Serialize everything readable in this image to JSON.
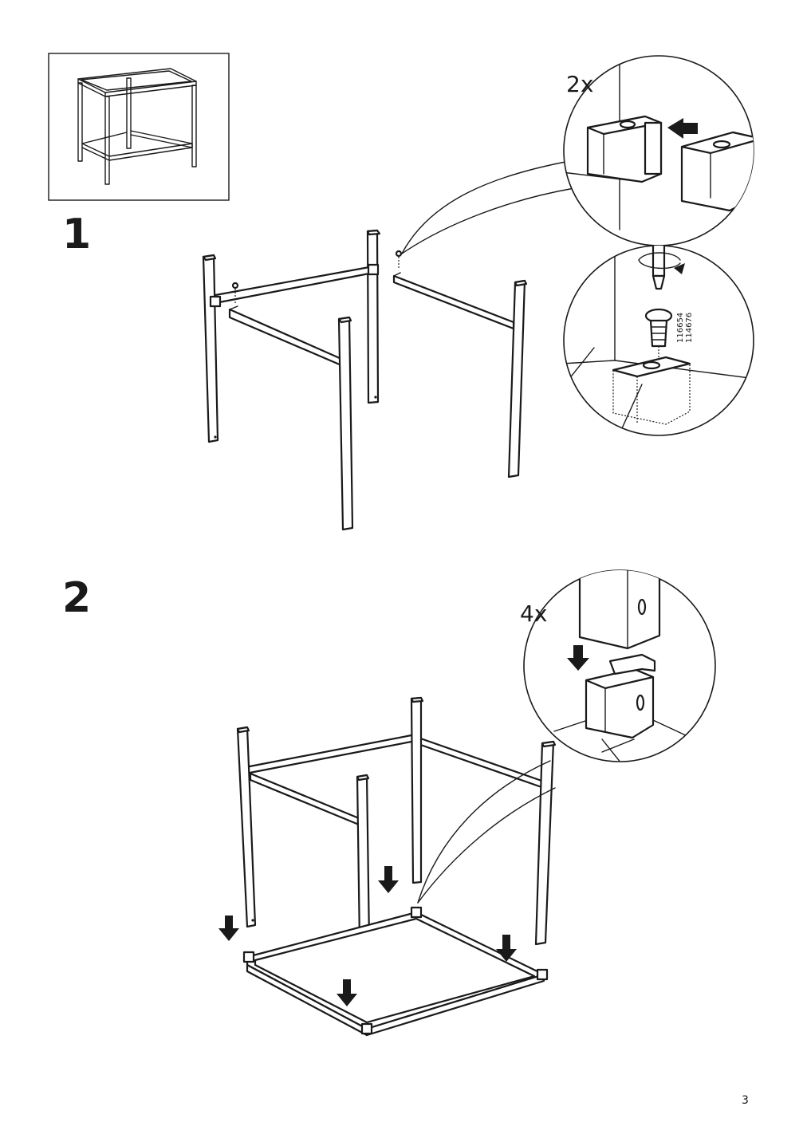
{
  "page": {
    "number": "3"
  },
  "steps": [
    {
      "number": "1",
      "detail": {
        "quantity": "2x",
        "part_numbers": [
          "116654",
          "114676"
        ]
      }
    },
    {
      "number": "2",
      "detail": {
        "quantity": "4x"
      }
    }
  ],
  "icons": [
    "product-overview-illustration",
    "down-arrow-icon",
    "left-arrow-icon",
    "screwdriver-icon",
    "screw-icon",
    "bracket-icon"
  ],
  "colors": {
    "ink": "#1a1a1a",
    "paper": "#ffffff"
  }
}
